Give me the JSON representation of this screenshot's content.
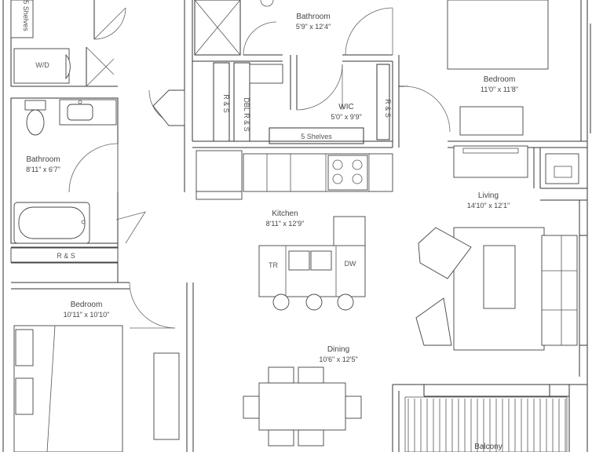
{
  "rooms": [
    {
      "id": "bathroom-top",
      "name": "Bathroom",
      "dims": "5'9\" x 12'4\""
    },
    {
      "id": "bedroom-top",
      "name": "Bedroom",
      "dims": "11'0\" x 11'8\""
    },
    {
      "id": "wic",
      "name": "WIC",
      "dims": "5'0\" x 9'9\""
    },
    {
      "id": "bathroom-left",
      "name": "Bathroom",
      "dims": "8'11\" x 6'7\""
    },
    {
      "id": "living",
      "name": "Living",
      "dims": "14'10\" x 12'1\""
    },
    {
      "id": "kitchen",
      "name": "Kitchen",
      "dims": "8'11\" x 12'9\""
    },
    {
      "id": "bedroom-left",
      "name": "Bedroom",
      "dims": "10'11\" x 10'10\""
    },
    {
      "id": "dining",
      "name": "Dining",
      "dims": "10'6\" x 12'5\""
    },
    {
      "id": "balcony",
      "name": "Balcony",
      "dims": ""
    }
  ],
  "fixture_labels": {
    "shelves_left": "5 Shelves",
    "wd": "W/D",
    "rs_a": "R & S",
    "rs_b": "DBL R & S",
    "rs_wic": "R & S",
    "shelves_wic": "5 Shelves",
    "rs_closet": "R & S",
    "tr": "TR",
    "dw": "DW"
  }
}
